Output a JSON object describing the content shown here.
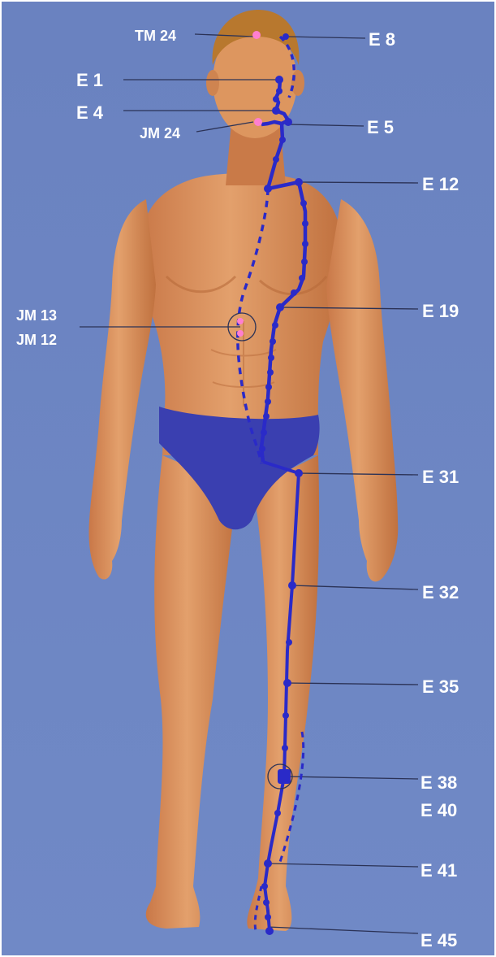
{
  "colors": {
    "background": "#6f86c2",
    "skin": "#d98e5a",
    "skin_shadow": "#b86a3a",
    "hair": "#b7772e",
    "briefs": "#3a3fb0",
    "meridian": "#2a2ac8",
    "leader_line": "#2b3256",
    "highlight_point": "#ff7fd0",
    "label_text": "#ffffff"
  },
  "labels": [
    {
      "key": "tm24",
      "text": "TM 24"
    },
    {
      "key": "e8",
      "text": "E 8"
    },
    {
      "key": "e1",
      "text": "E 1"
    },
    {
      "key": "e4",
      "text": "E 4"
    },
    {
      "key": "e5",
      "text": "E 5"
    },
    {
      "key": "jm24",
      "text": "JM 24"
    },
    {
      "key": "e12",
      "text": "E 12"
    },
    {
      "key": "jm13",
      "text": "JM 13"
    },
    {
      "key": "jm12",
      "text": "JM 12"
    },
    {
      "key": "e19",
      "text": "E 19"
    },
    {
      "key": "e31",
      "text": "E 31"
    },
    {
      "key": "e32",
      "text": "E 32"
    },
    {
      "key": "e35",
      "text": "E 35"
    },
    {
      "key": "e38",
      "text": "E 38"
    },
    {
      "key": "e40",
      "text": "E 40"
    },
    {
      "key": "e41",
      "text": "E 41"
    },
    {
      "key": "e45",
      "text": "E 45"
    }
  ]
}
